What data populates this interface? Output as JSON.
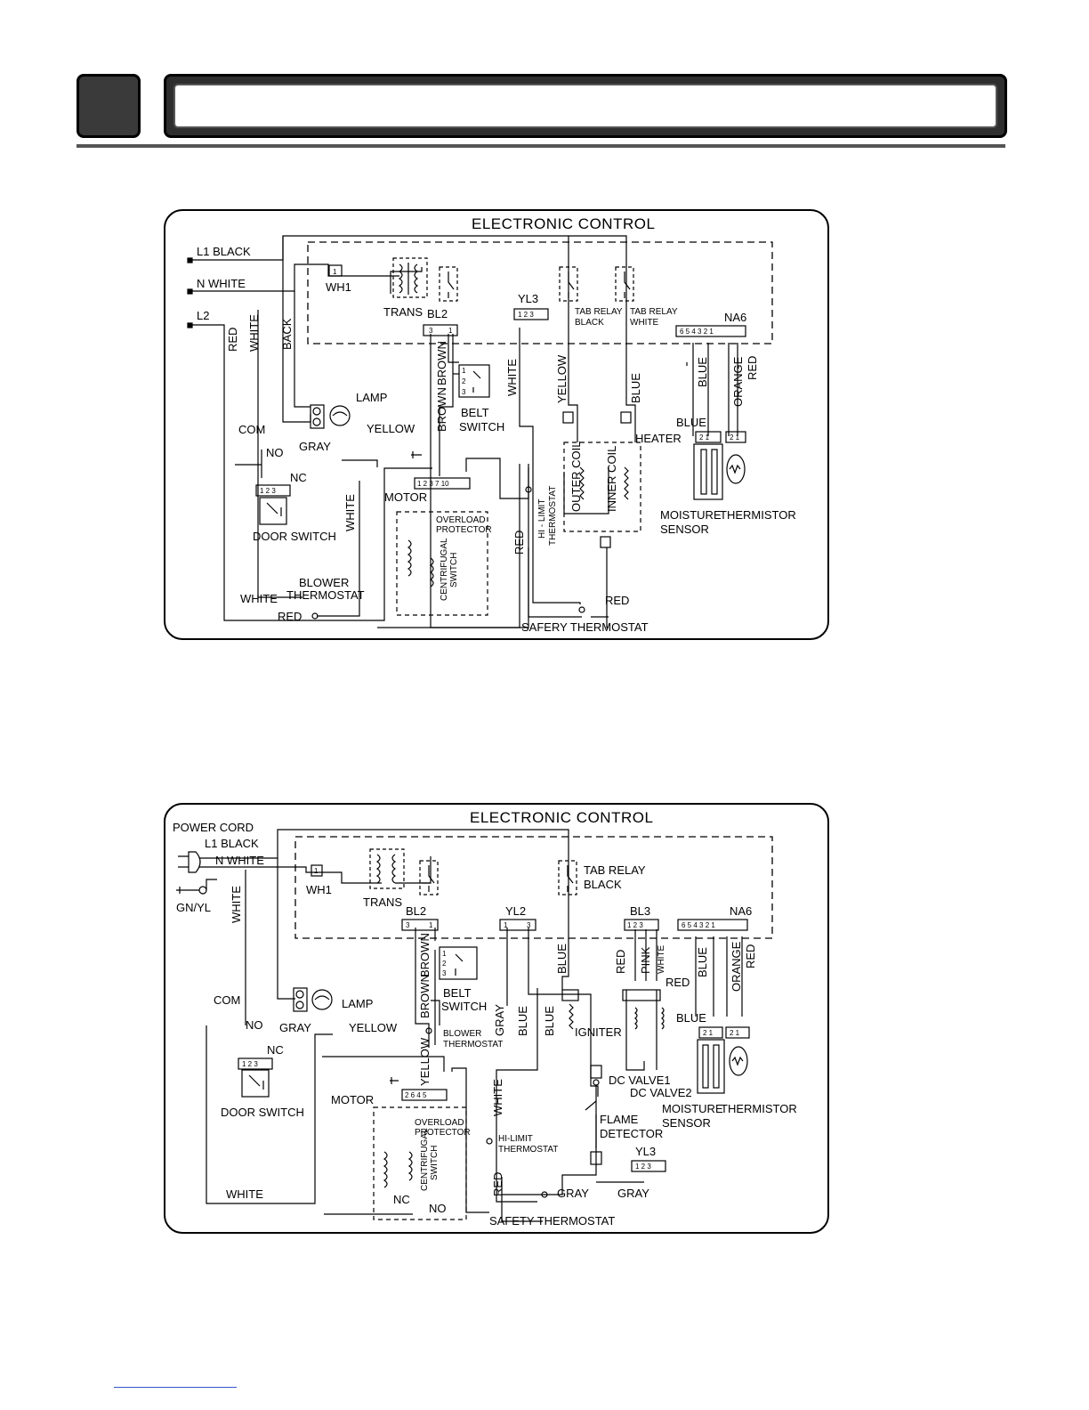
{
  "diagram_a": {
    "box_title": "ELECTRONIC CONTROL",
    "labels": {
      "l1": "L1 BLACK",
      "n": "N WHITE",
      "l2": "L2",
      "wh1": "WH1",
      "trans": "TRANS",
      "bl2": "BL2",
      "yl3": "YL3",
      "na6": "NA6",
      "tab_black": [
        "TAB RELAY",
        "BLACK"
      ],
      "tab_white": [
        "TAB RELAY",
        "WHITE"
      ],
      "red_v": "RED",
      "white_v": "WHITE",
      "back_v": "BACK",
      "brown1": "BROWN",
      "brown2": "BROWN",
      "white2": "WHITE",
      "yellow_v": "YELLOW",
      "blue_v": "BLUE",
      "blue_na": "BLUE",
      "orange_na": "ORANGE",
      "red_na": "RED",
      "lamp": "LAMP",
      "gray": "GRAY",
      "yellow_h": "YELLOW",
      "belt": [
        "BELT",
        "SWITCH"
      ],
      "com": "COM",
      "no": "NO",
      "nc": "NC",
      "door": "DOOR SWITCH",
      "motor": "MOTOR",
      "overload": [
        "OVERLOAD",
        "PROTECTOR"
      ],
      "centrifugal": [
        "CENTRIFUGAL",
        "SWITCH"
      ],
      "white3": "WHITE",
      "white4": "WHITE",
      "red_bot": "RED",
      "blower": [
        "BLOWER",
        "THERMOSTAT"
      ],
      "hi_limit": "HI - LIMIT",
      "hi_therm": "THERMOSTAT",
      "red_mid": "RED",
      "outer": "OUTER COIL",
      "inner": "INNER COIL",
      "heater": "HEATER",
      "blue_sensor": "BLUE",
      "moisture": [
        "MOISTURE",
        "SENSOR"
      ],
      "thermistor": "THERMISTOR",
      "red_safety": "RED",
      "safety": "SAFERY THERMOSTAT"
    }
  },
  "diagram_b": {
    "box_title": "ELECTRONIC CONTROL",
    "labels": {
      "power": "POWER CORD",
      "l1": "L1 BLACK",
      "n": "N WHITE",
      "gnyl": "GN/YL",
      "wh1": "WH1",
      "trans": "TRANS",
      "bl2": "BL2",
      "yl2": "YL2",
      "bl3": "BL3",
      "na6": "NA6",
      "tab_black": [
        "TAB RELAY",
        "BLACK"
      ],
      "white_v": "WHITE",
      "brown1": "BROWN",
      "brown2": "BROWN",
      "belt": [
        "BELT",
        "SWITCH"
      ],
      "lamp": "LAMP",
      "gray": "GRAY",
      "yellow_h": "YELLOW",
      "com": "COM",
      "no": "NO",
      "nc": "NC",
      "door": "DOOR SWITCH",
      "blower": [
        "BLOWER",
        "THERMOSTAT"
      ],
      "gray_v": "GRAY",
      "blue_v1": "BLUE",
      "blue_v2": "BLUE",
      "blue_v3": "BLUE",
      "igniter": "IGNITER",
      "red_bl": "RED",
      "pink_bl": "PINK",
      "white_bl": "WHITE",
      "red_bl2": "RED",
      "dc1": "DC VALVE1",
      "dc2": "DC VALVE2",
      "blue_na": "BLUE",
      "orange_na": "ORANGE",
      "red_na": "RED",
      "blue_sensor": "BLUE",
      "moisture": [
        "MOISTURE",
        "SENSOR"
      ],
      "thermistor": "THERMISTOR",
      "motor": "MOTOR",
      "yellow_m": "YELLOW",
      "overload": [
        "OVERLOAD",
        "PROTECTOR"
      ],
      "centrifugal": [
        "CENTRIFUGAL",
        "SWITCH"
      ],
      "nc_m": "NC",
      "no_m": "NO",
      "white_mid": "WHITE",
      "hi_limit": [
        "HI-LIMIT",
        "THERMOSTAT"
      ],
      "flame": [
        "FLAME",
        "DETECTOR"
      ],
      "yl3": "YL3",
      "gray_yl3": "GRAY",
      "red_s": "RED",
      "gray_s": "GRAY",
      "white_bot": "WHITE",
      "safety": "SAFETY THERMOSTAT"
    }
  }
}
